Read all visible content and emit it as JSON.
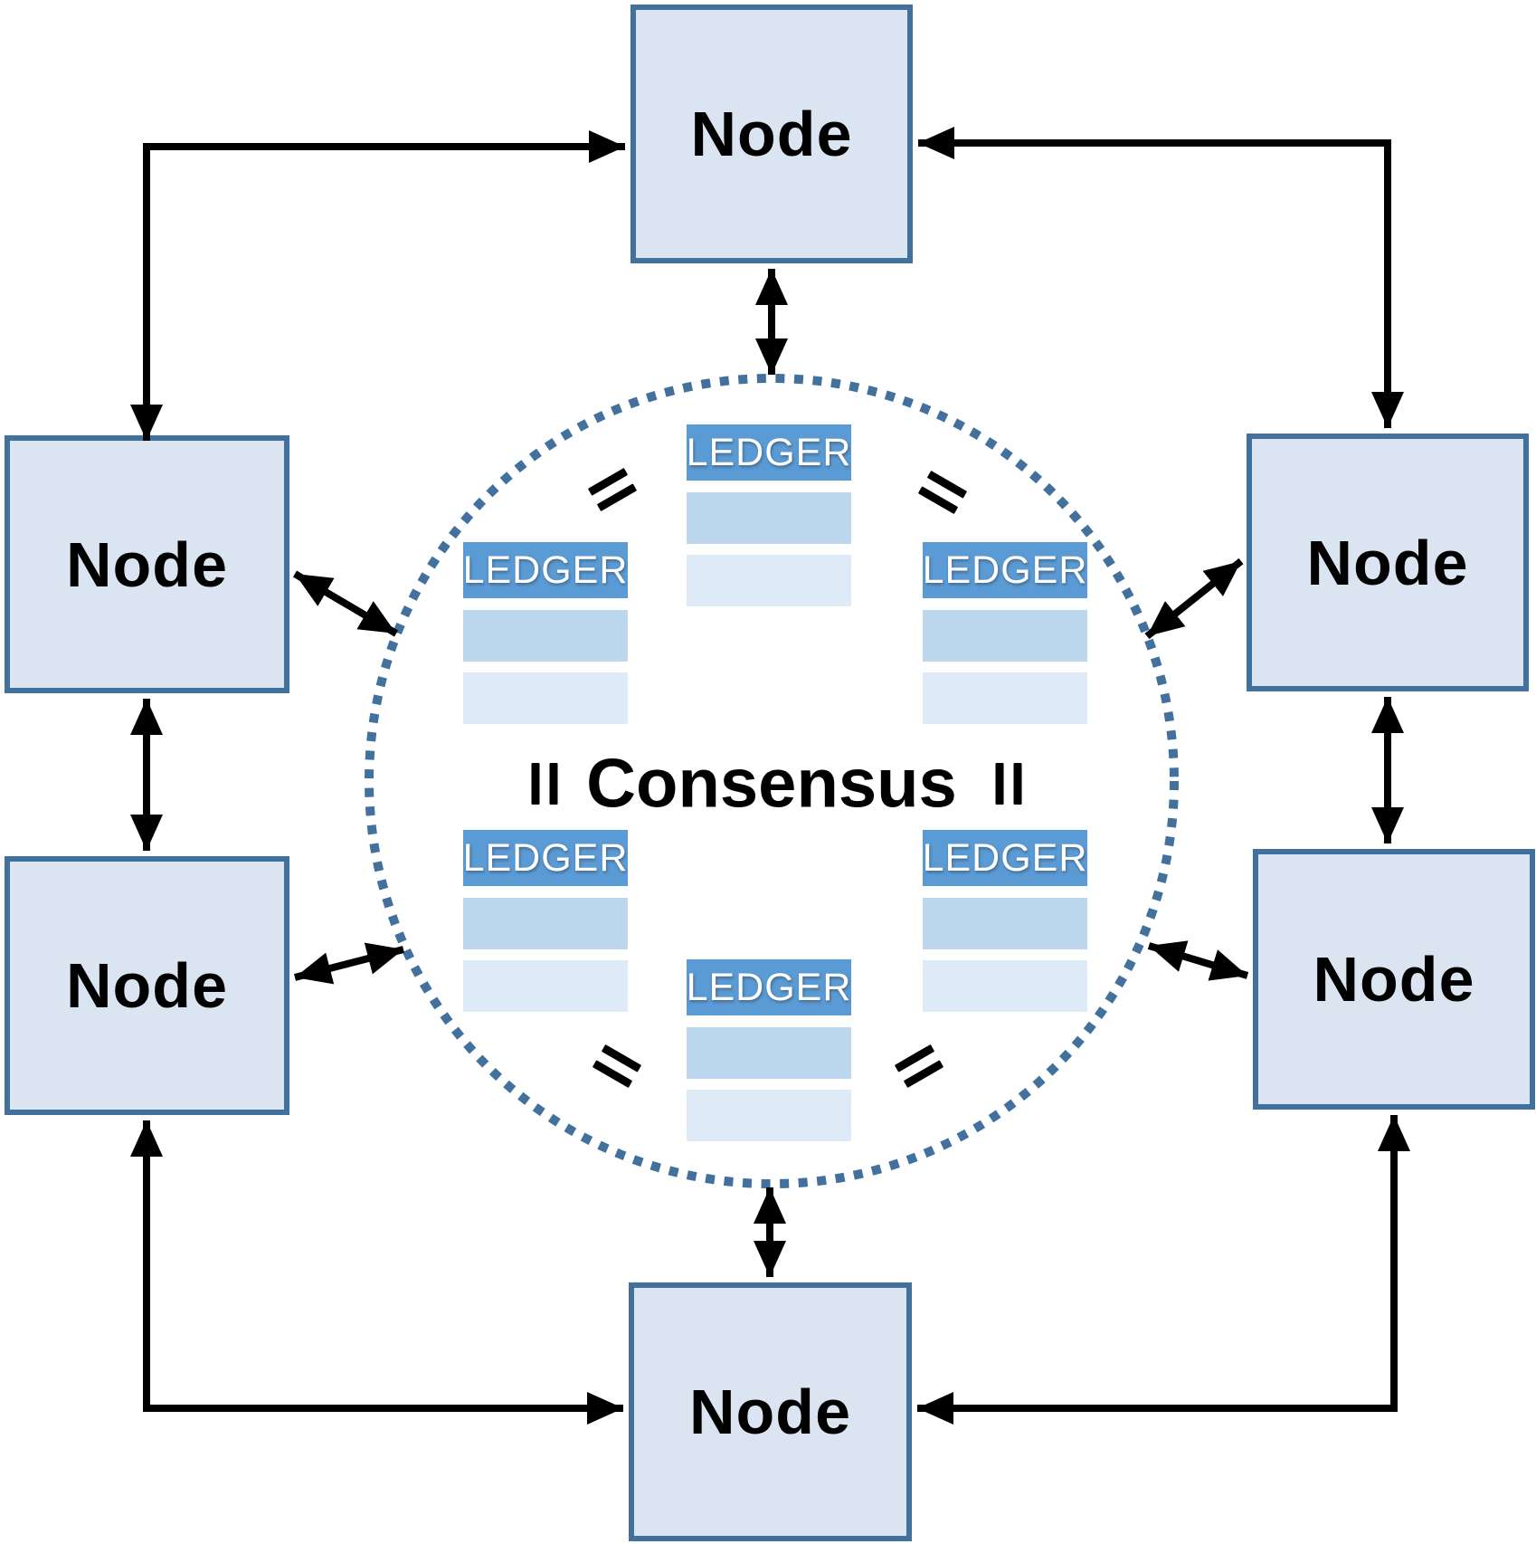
{
  "diagram": {
    "consensus_label": "Consensus",
    "description": "Distributed ledger peer-to-peer consensus network diagram"
  },
  "nodes": [
    {
      "id": "top",
      "label": "Node"
    },
    {
      "id": "left-upper",
      "label": "Node"
    },
    {
      "id": "right-upper",
      "label": "Node"
    },
    {
      "id": "left-lower",
      "label": "Node"
    },
    {
      "id": "right-lower",
      "label": "Node"
    },
    {
      "id": "bottom",
      "label": "Node"
    }
  ],
  "ledgers": [
    {
      "id": "top-center",
      "title": "LEDGER"
    },
    {
      "id": "mid-left",
      "title": "LEDGER"
    },
    {
      "id": "mid-right",
      "title": "LEDGER"
    },
    {
      "id": "bottom-left",
      "title": "LEDGER"
    },
    {
      "id": "bottom-right",
      "title": "LEDGER"
    },
    {
      "id": "bottom-center",
      "title": "LEDGER"
    }
  ],
  "colors": {
    "node_fill": "#dbe5f2",
    "node_border": "#41719c",
    "ledger_header": "#5b9bd5",
    "ledger_row_medium": "#bdd7ee",
    "ledger_row_light": "#deebf7",
    "consensus_circle": "#41719c",
    "arrow": "#000000",
    "text": "#000000",
    "ledger_text": "#ffffff"
  }
}
